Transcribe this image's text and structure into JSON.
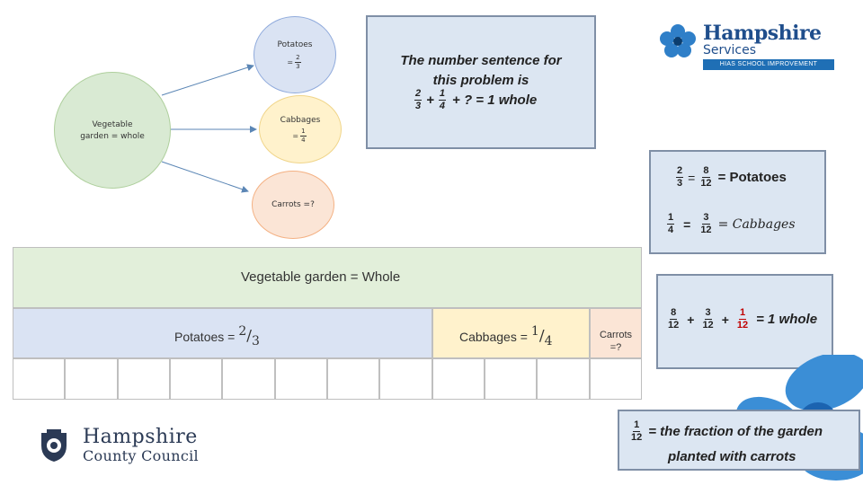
{
  "diagram": {
    "whole_circle": {
      "line1": "Vegetable",
      "line2": "garden = whole"
    },
    "potatoes_circle": {
      "label": "Potatoes",
      "eq": "=",
      "num": "2",
      "den": "3"
    },
    "cabbages_circle": {
      "label": "Cabbages",
      "eq": "=",
      "num": "1",
      "den": "4"
    },
    "carrots_circle": {
      "label": "Carrots =?"
    }
  },
  "number_sentence": {
    "line1": "The number sentence for",
    "line2": "this problem is",
    "f1_num": "2",
    "f1_den": "3",
    "plus1": "+",
    "f2_num": "1",
    "f2_den": "4",
    "tail": "+ ? = 1 whole"
  },
  "equivalence": {
    "row1": {
      "a_num": "2",
      "a_den": "3",
      "eq": "=",
      "b_num": "8",
      "b_den": "12",
      "label": "= Potatoes"
    },
    "row2": {
      "a_num": "1",
      "a_den": "4",
      "eq": "=",
      "b_num": "3",
      "b_den": "12",
      "label": "= Cabbages"
    }
  },
  "sum_box": {
    "a_num": "8",
    "a_den": "12",
    "plus1": "+",
    "b_num": "3",
    "b_den": "12",
    "plus2": "+",
    "c_num": "1",
    "c_den": "12",
    "tail": "= 1 whole"
  },
  "answer_box": {
    "num": "1",
    "den": "12",
    "line1": "= the fraction of the garden",
    "line2": "planted with carrots"
  },
  "bar_model": {
    "whole_label": "Vegetable garden = Whole",
    "potatoes_label": "Potatoes =",
    "potatoes_num": "2",
    "potatoes_den": "3",
    "cabbages_label": "Cabbages =",
    "cabbages_num": "1",
    "cabbages_den": "4",
    "carrots_line1": "Carrots",
    "carrots_line2": "=?"
  },
  "logos": {
    "hs_title": "Hampshire",
    "hs_sub": "Services",
    "hs_banner": "HIAS SCHOOL IMPROVEMENT",
    "hcc_line1": "Hampshire",
    "hcc_line2": "County Council"
  },
  "colors": {
    "green": "#e2efda",
    "blue": "#dae3f3",
    "yellow": "#fff2cc",
    "peach": "#fbe5d6",
    "box_blue": "#dce6f2",
    "red": "#c00000",
    "brand_blue": "#1f6fb5"
  }
}
